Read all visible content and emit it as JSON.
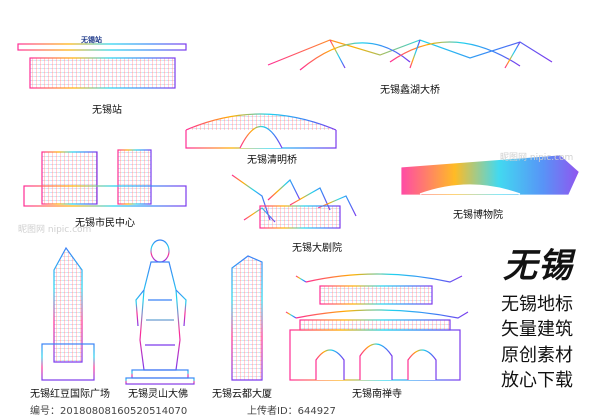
{
  "colors": {
    "g1": "#ff2d95",
    "g2": "#ffb000",
    "g3": "#22d3ee",
    "g4": "#3b82f6",
    "g5": "#7c3aed"
  },
  "landmarks": {
    "station": {
      "caption": "无锡站",
      "sign": "无锡站"
    },
    "bridge": {
      "caption": "无锡蠡湖大桥"
    },
    "arch_bridge": {
      "caption": "无锡清明桥"
    },
    "civic": {
      "caption": "无锡市民中心"
    },
    "museum": {
      "caption": "无锡博物院"
    },
    "theatre": {
      "caption": "无锡大剧院"
    },
    "tower1": {
      "caption": "无锡红豆国际广场"
    },
    "buddha": {
      "caption": "无锡灵山大佛"
    },
    "tower2": {
      "caption": "无锡云都大厦"
    },
    "temple": {
      "caption": "无锡南禅寺"
    }
  },
  "brand": {
    "title": "无锡",
    "lines": [
      "无锡地标",
      "矢量建筑",
      "原创素材",
      "放心下载"
    ]
  },
  "watermark": {
    "number_label": "编号：20180808160520514070",
    "uploader_label": "上传者ID：644927",
    "logo_text": "昵图网 nipic.com"
  }
}
